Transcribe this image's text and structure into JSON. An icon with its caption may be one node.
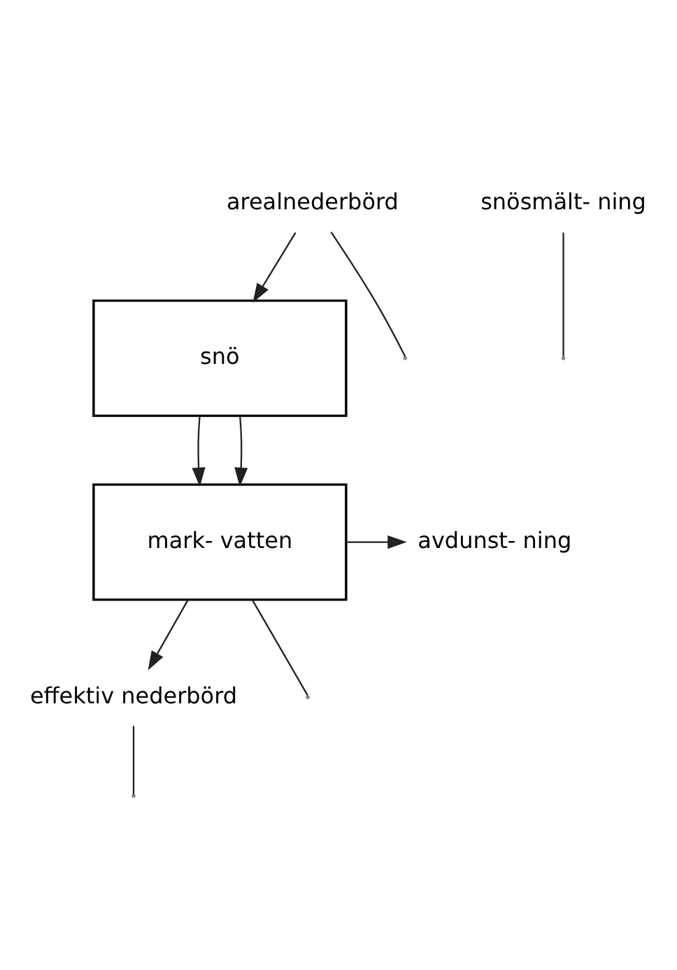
{
  "diagram": {
    "nodes": [
      {
        "text": [
          "arealnederbörd"
        ]
      },
      {
        "text": [
          "snö"
        ]
      },
      {
        "text": [
          "mark- vatten"
        ]
      },
      {
        "text": [
          "avdunst- ning"
        ]
      },
      {
        "text": [
          "effektiv nederbörd"
        ]
      },
      {
        "text": [
          "snösmält- ning"
        ]
      }
    ],
    "edges": [
      {
        "from": 0,
        "to": 1,
        "arrow": "to"
      },
      {
        "from": 1,
        "to": 2,
        "arrow": "to"
      },
      {
        "from": 1,
        "to": 2,
        "arrow": "to"
      },
      {
        "from": 2,
        "to": 3,
        "arrow": "to"
      },
      {
        "from": 2,
        "to": 4,
        "arrow": "to"
      },
      {
        "from": 0,
        "to": null,
        "arrow": "none"
      },
      {
        "from": 5,
        "to": null,
        "arrow": "none"
      },
      {
        "from": 2,
        "to": null,
        "arrow": "none"
      },
      {
        "from": 4,
        "to": null,
        "arrow": "none"
      }
    ]
  }
}
